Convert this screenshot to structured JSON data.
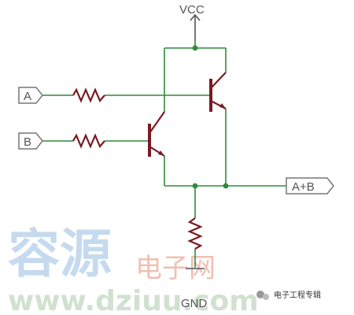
{
  "labels": {
    "vcc": "VCC",
    "gnd": "GND",
    "input_a": "A",
    "input_b": "B",
    "output": "A+B"
  },
  "watermark": {
    "chars_big": "容源",
    "chars_mid": "电子网",
    "url": "www.dziuu.com"
  },
  "badge": {
    "text": "电子工程专辑"
  },
  "colors": {
    "wire": "#2e8b3a",
    "component": "#7a1a22",
    "port_border": "#777777",
    "label_text": "#555555"
  }
}
